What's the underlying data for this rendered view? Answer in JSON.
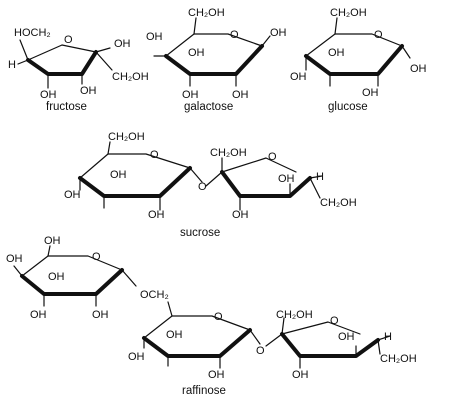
{
  "labels": {
    "OH": "OH",
    "H": "H",
    "O": "O",
    "CH2OH": "CH₂OH",
    "HOCH2": "HOCH₂",
    "OCH2": "OCH₂"
  },
  "molecules": {
    "fructose": "fructose",
    "galactose": "galactose",
    "glucose": "glucose",
    "sucrose": "sucrose",
    "raffinose": "raffinose"
  }
}
